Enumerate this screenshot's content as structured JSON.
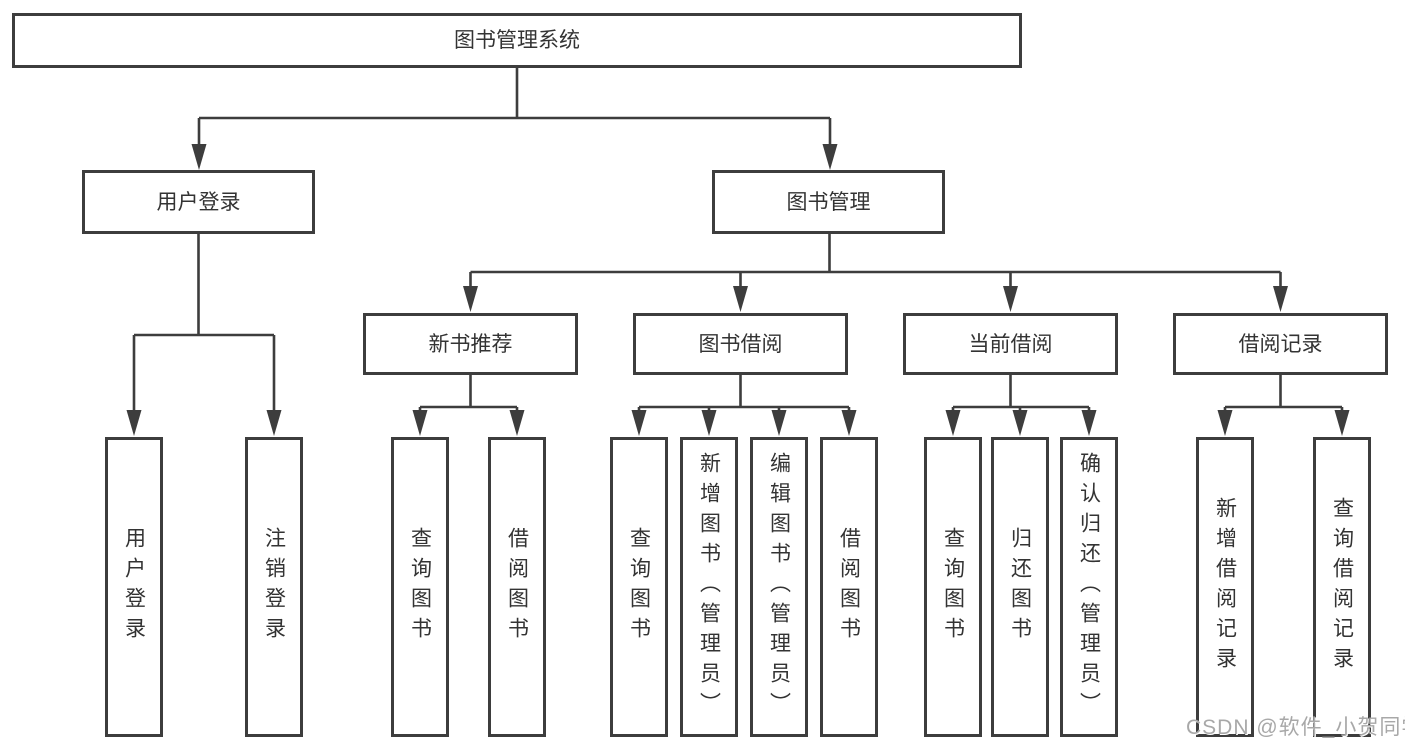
{
  "nodes": {
    "root": "图书管理系统",
    "user_login": "用户登录",
    "book_mgmt": "图书管理",
    "leaf_user_login": "用户登录",
    "leaf_logout": "注销登录",
    "new_books": "新书推荐",
    "book_borrow": "图书借阅",
    "current_borrow": "当前借阅",
    "borrow_records": "借阅记录",
    "nb_query": "查询图书",
    "nb_borrow": "借阅图书",
    "bb_query": "查询图书",
    "bb_add": "新增图书（管理员）",
    "bb_edit": "编辑图书（管理员）",
    "bb_borrow": "借阅图书",
    "cb_query": "查询图书",
    "cb_return": "归还图书",
    "cb_confirm": "确认归还（管理员）",
    "br_add": "新增借阅记录",
    "br_query": "查询借阅记录"
  },
  "colors": {
    "line": "#3d3d3d",
    "text": "#333333",
    "watermark": "#a8a8a8"
  },
  "watermark": "CSDN @软件_小贺同学"
}
